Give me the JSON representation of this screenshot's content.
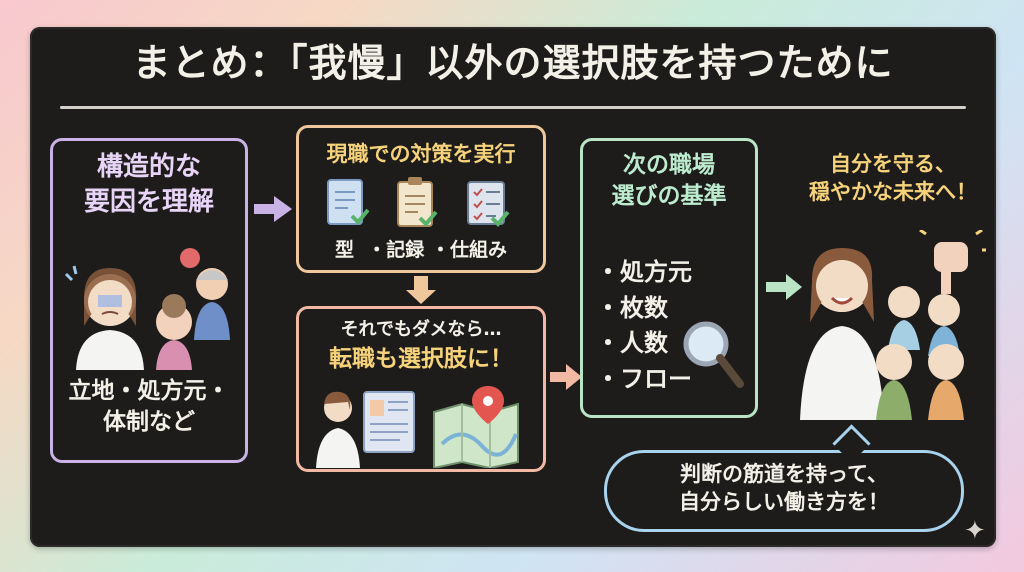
{
  "title": "まとめ：「我慢」以外の選択肢を持つために",
  "section1": {
    "title_line1": "構造的な",
    "title_line2": "要因を理解",
    "footer_line1": "立地・処方元・",
    "footer_line2": "体制など"
  },
  "section2": {
    "title": "現職での対策を実行",
    "items": [
      "型",
      "・記録",
      "・仕組み"
    ]
  },
  "section3": {
    "title_line1": "それでもダメなら…",
    "title_line2": "転職も選択肢に！"
  },
  "section4": {
    "title_line1": "次の職場",
    "title_line2": "選びの基準",
    "criteria": [
      "・処方元",
      "・枚数",
      "・人数",
      "・フロー"
    ]
  },
  "goal": {
    "line1": "自分を守る、",
    "line2": "穏やかな未来へ！"
  },
  "bubble": {
    "line1": "判断の筋道を持って、",
    "line2": "自分らしい働き方を！"
  },
  "colors": {
    "board": "#1d1c1b",
    "accent_yellow": "#f6d27a",
    "purple": "#c9b3e6",
    "orange": "#f0c69c",
    "salmon": "#f1b8a4",
    "green": "#b9e5c6",
    "blue": "#a9d3ec"
  },
  "icons": [
    "document-check-icon",
    "clipboard-check-icon",
    "checklist-icon",
    "magnifier-icon",
    "map-pin-icon",
    "resume-icon",
    "sparkle-icon"
  ]
}
